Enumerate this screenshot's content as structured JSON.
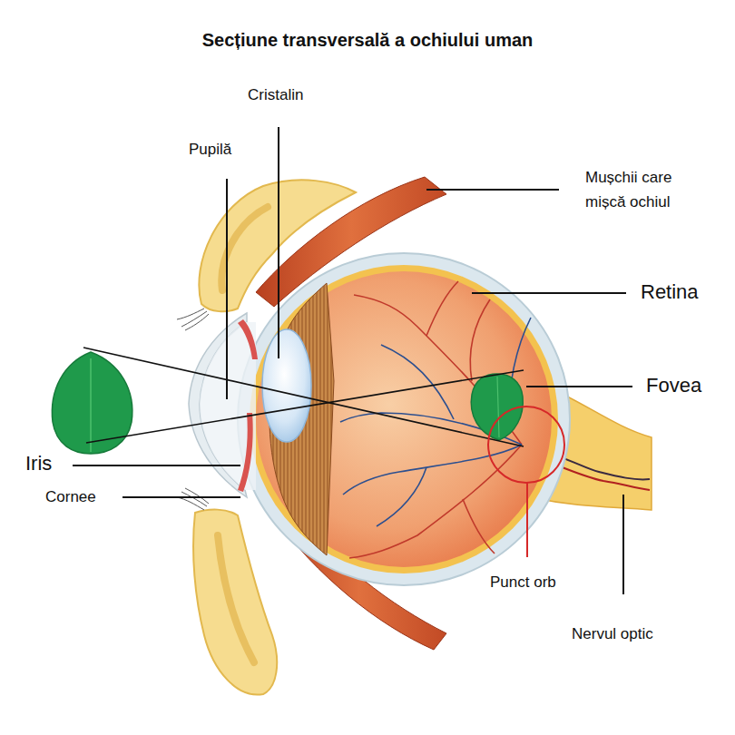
{
  "diagram": {
    "title": "Secțiune transversală a ochiului uman",
    "labels": [
      "Cristalin",
      "Pupilă",
      "Mușchii care mișcă ochiul",
      "Retina",
      "Fovea",
      "Iris",
      "Cornee",
      "Punct orb",
      "Nervul optic"
    ]
  }
}
